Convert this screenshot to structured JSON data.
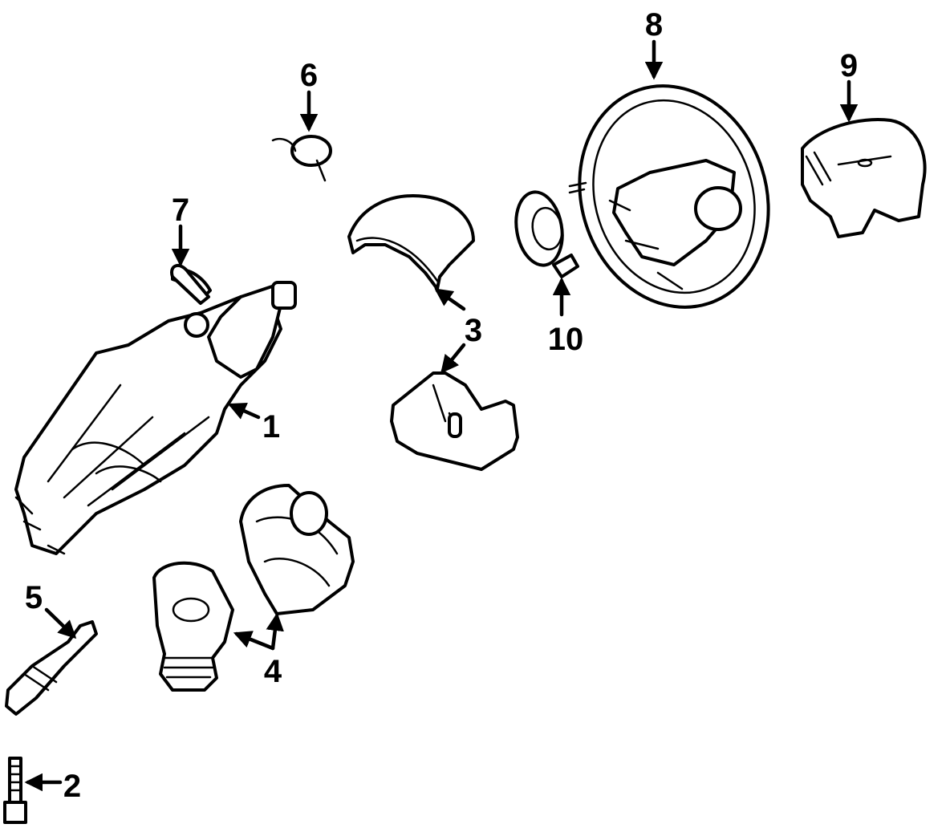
{
  "diagram": {
    "callouts": [
      {
        "id": "1",
        "label": "1"
      },
      {
        "id": "2",
        "label": "2"
      },
      {
        "id": "3",
        "label": "3"
      },
      {
        "id": "4",
        "label": "4"
      },
      {
        "id": "5",
        "label": "5"
      },
      {
        "id": "6",
        "label": "6"
      },
      {
        "id": "7",
        "label": "7"
      },
      {
        "id": "8",
        "label": "8"
      },
      {
        "id": "9",
        "label": "9"
      },
      {
        "id": "10",
        "label": "10"
      }
    ],
    "colors": {
      "ink": "#000000",
      "background": "#ffffff"
    }
  }
}
